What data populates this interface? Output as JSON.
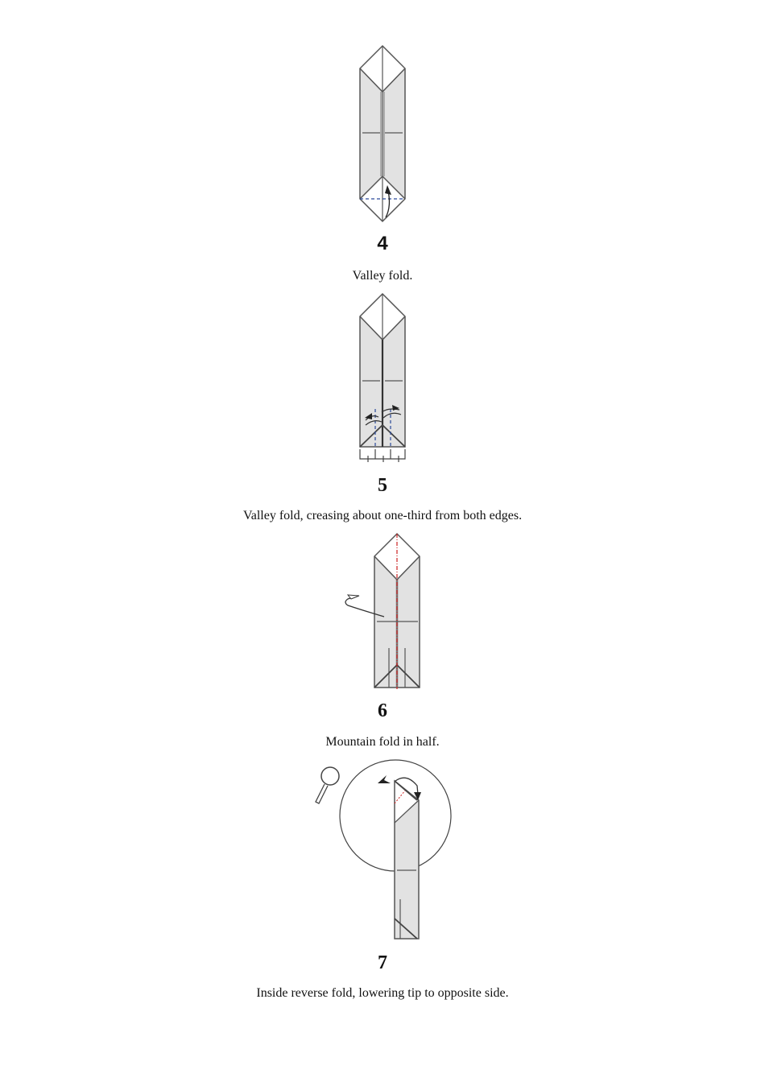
{
  "steps": [
    {
      "number": "4",
      "caption": "Valley fold."
    },
    {
      "number": "5",
      "caption": "Valley fold, creasing about one-third from both edges."
    },
    {
      "number": "6",
      "caption": "Mountain fold in half."
    },
    {
      "number": "7",
      "caption": "Inside reverse fold, lowering tip to opposite side."
    }
  ],
  "icons": {
    "step7_zoom": "magnifying-glass-icon"
  },
  "colors": {
    "paper_fill": "#e2e2e2",
    "line": "#555555",
    "valley_fold_line": "#2a4a9a",
    "mountain_fold_line": "#cc2222"
  }
}
